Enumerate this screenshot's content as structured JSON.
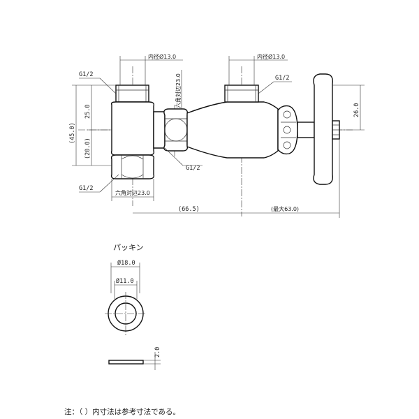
{
  "labels": {
    "thread_top_left": "G1/2",
    "thread_top_right": "G1/2",
    "thread_mid": "G1/2",
    "thread_bottom_left": "G1/2",
    "inner_dia_left": "内径Ø13.0",
    "inner_dia_right": "内径Ø13.0",
    "hex_vertical": "六角対辺23.0",
    "hex_bottom": "六角対辺23.0",
    "dim_25": "25.0",
    "dim_45": "(45.0)",
    "dim_20": "(20.0)",
    "dim_26": "26.0",
    "dim_665": "(66.5)",
    "dim_max63": "(最大63.0)",
    "packing_title": "パッキン",
    "packing_od": "Ø18.0",
    "packing_id": "Ø11.0",
    "packing_thk": "2.0",
    "note": "注：（ ）内寸法は参考寸法である。"
  }
}
